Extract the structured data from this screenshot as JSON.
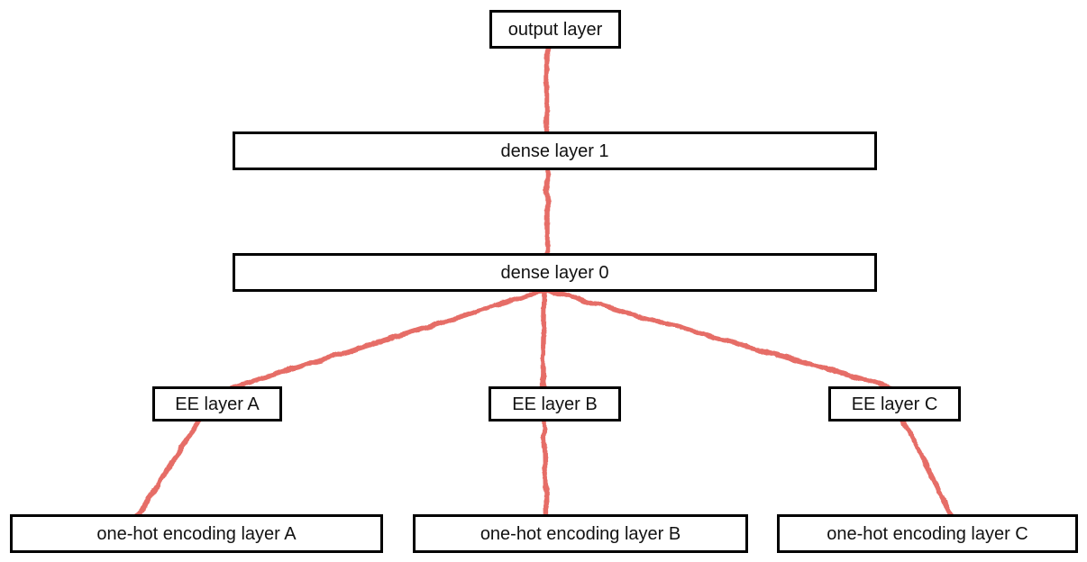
{
  "diagram": {
    "background": "#ffffff",
    "accent_color": "#e5665e",
    "box_border_color": "#000000",
    "text_color": "#111111",
    "nodes": {
      "output": {
        "label": "output layer"
      },
      "dense1": {
        "label": "dense layer 1"
      },
      "dense0": {
        "label": "dense layer 0"
      },
      "ee_a": {
        "label": "EE layer A"
      },
      "ee_b": {
        "label": "EE layer B"
      },
      "ee_c": {
        "label": "EE layer C"
      },
      "onehot_a": {
        "label": "one-hot encoding layer A"
      },
      "onehot_b": {
        "label": "one-hot encoding layer B"
      },
      "onehot_c": {
        "label": "one-hot encoding layer C"
      }
    },
    "edges": [
      {
        "from": "output layer",
        "to": "dense layer 1"
      },
      {
        "from": "dense layer 1",
        "to": "dense layer 0"
      },
      {
        "from": "dense layer 0",
        "to": "EE layer A"
      },
      {
        "from": "dense layer 0",
        "to": "EE layer B"
      },
      {
        "from": "dense layer 0",
        "to": "EE layer C"
      },
      {
        "from": "EE layer A",
        "to": "one-hot encoding layer A"
      },
      {
        "from": "EE layer B",
        "to": "one-hot encoding layer B"
      },
      {
        "from": "EE layer C",
        "to": "one-hot encoding layer C"
      }
    ]
  }
}
